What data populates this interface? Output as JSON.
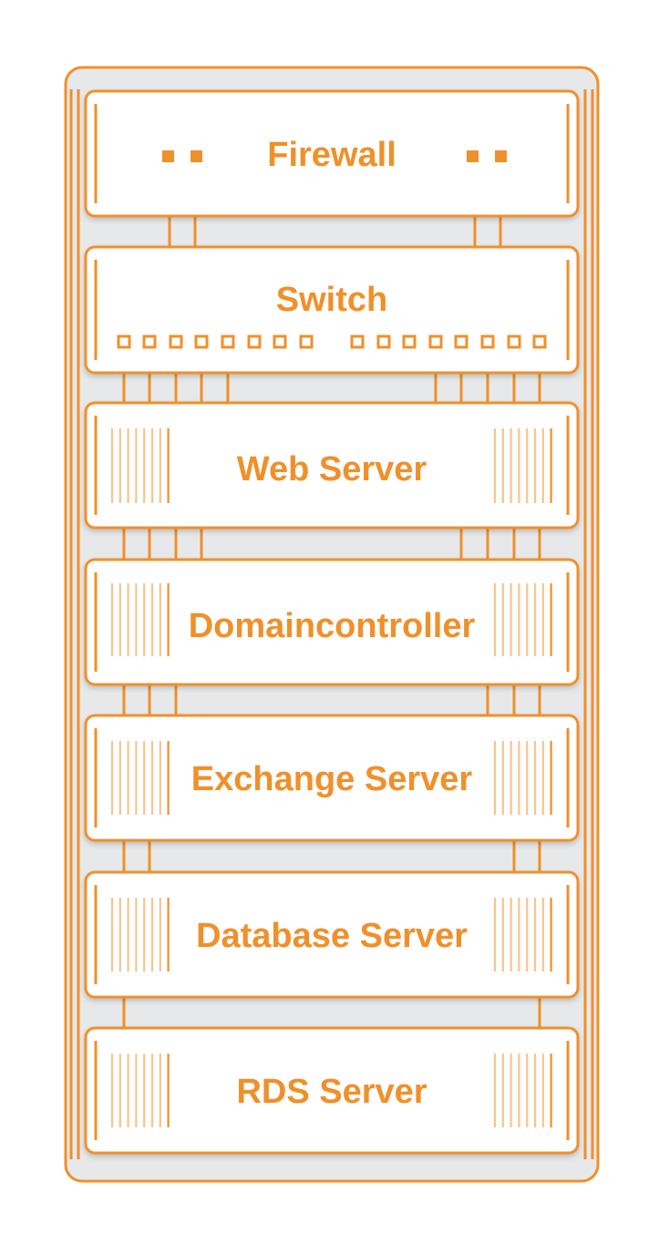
{
  "colors": {
    "accent": "#f0902a",
    "accent_light": "#f8c48e",
    "rack_fill": "#e7e8ea",
    "unit_fill": "#ffffff"
  },
  "rack": {
    "units": [
      {
        "id": "firewall",
        "label": "Firewall"
      },
      {
        "id": "switch",
        "label": "Switch"
      },
      {
        "id": "web-server",
        "label": "Web Server"
      },
      {
        "id": "domaincontroller",
        "label": "Domaincontroller"
      },
      {
        "id": "exchange-server",
        "label": "Exchange Server"
      },
      {
        "id": "database-server",
        "label": "Database Server"
      },
      {
        "id": "rds-server",
        "label": "RDS Server"
      }
    ]
  }
}
